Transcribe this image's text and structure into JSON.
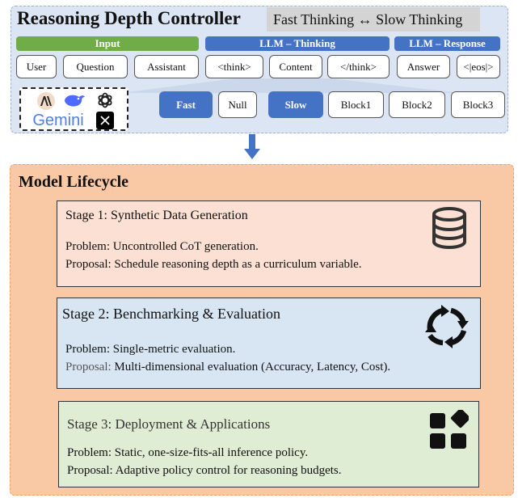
{
  "controller": {
    "title": "Reasoning Depth Controller",
    "mode_banner": "Fast Thinking ↔ Slow Thinking",
    "sections": {
      "input": "Input",
      "thinking": "LLM – Thinking",
      "response": "LLM – Response"
    },
    "tokens": [
      "User",
      "Question",
      "Assistant",
      "<think>",
      "Content",
      "</think>",
      "Answer",
      "<|eos|>"
    ],
    "models": {
      "logos": [
        "anthropic-logo",
        "deepseek-logo",
        "openai-logo",
        "x-logo"
      ],
      "gemini_label": "Gemini"
    },
    "fast": {
      "label": "Fast",
      "blocks": [
        "Null"
      ]
    },
    "slow": {
      "label": "Slow",
      "blocks": [
        "Block1",
        "Block2",
        "Block3"
      ]
    },
    "colors": {
      "input": "#70ad47",
      "thinking": "#4472c4",
      "panel": "#dbe5f3"
    }
  },
  "lifecycle": {
    "title": "Model Lifecycle",
    "colors": {
      "panel": "#f9c9a6"
    },
    "stages": [
      {
        "title": "Stage 1: Synthetic Data Generation",
        "problem": "Problem: Uncontrolled CoT generation.",
        "proposal": "Proposal: Schedule reasoning depth as a curriculum variable.",
        "icon": "database-icon",
        "color": "#fbe0d3"
      },
      {
        "title": "Stage 2: Benchmarking & Evaluation",
        "problem": "Problem: Single-metric evaluation.",
        "proposal_label": "Proposal:",
        "proposal_text": "Multi-dimensional evaluation (Accuracy, Latency, Cost).",
        "icon": "refresh-cycle-icon",
        "color": "#d8e6f3"
      },
      {
        "title": "Stage 3: Deployment & Applications",
        "problem": "Problem: Static, one-size-fits-all inference policy.",
        "proposal": "Proposal: Adaptive policy control for reasoning budgets.",
        "icon": "apps-grid-icon",
        "color": "#e0edd5"
      }
    ]
  }
}
